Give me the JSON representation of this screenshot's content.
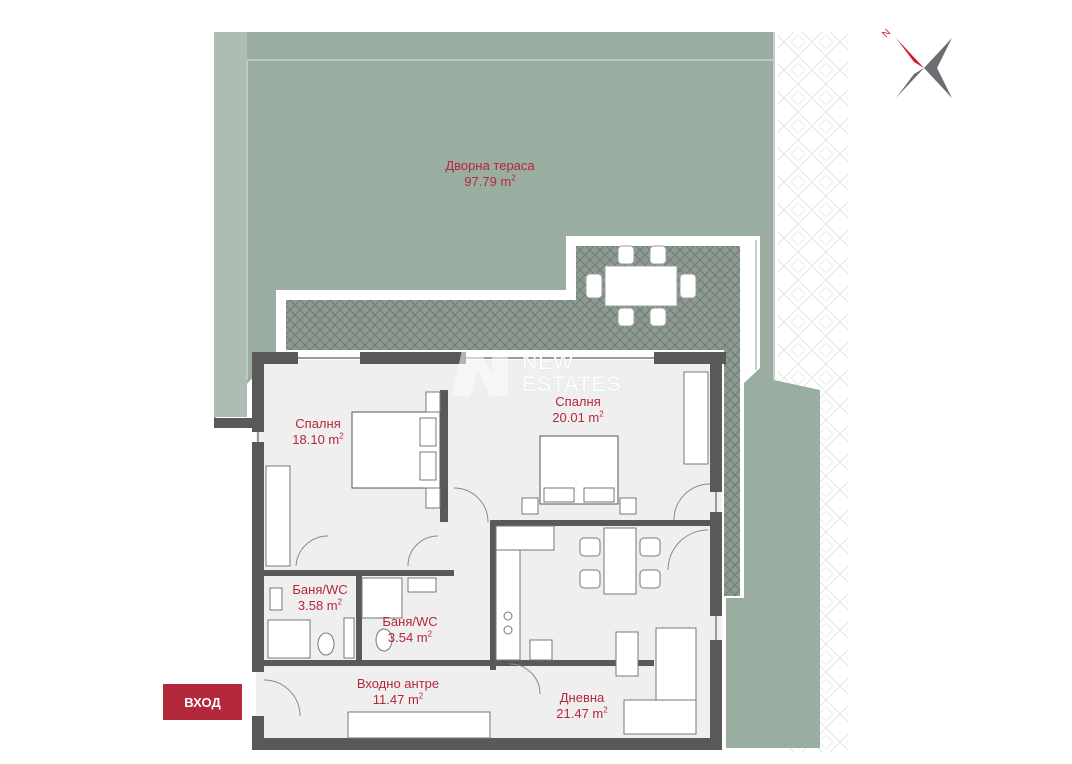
{
  "rooms": {
    "yard_terrace": {
      "name": "Дворна тераса",
      "area": "97.79 m",
      "unit_exp": "2"
    },
    "bedroom_1": {
      "name": "Спалня",
      "area": "18.10 m",
      "unit_exp": "2"
    },
    "bedroom_2": {
      "name": "Спалня",
      "area": "20.01 m",
      "unit_exp": "2"
    },
    "bathroom_1": {
      "name": "Баня/WC",
      "area": "3.58 m",
      "unit_exp": "2"
    },
    "bathroom_2": {
      "name": "Баня/WC",
      "area": "3.54 m",
      "unit_exp": "2"
    },
    "entrance_hall": {
      "name": "Входно антре",
      "area": "11.47 m",
      "unit_exp": "2"
    },
    "living_room": {
      "name": "Дневна",
      "area": "21.47 m",
      "unit_exp": "2"
    }
  },
  "entrance_label": "ВХОД",
  "brand": {
    "line1": "NEW",
    "line2": "ESTATES"
  },
  "compass": {
    "north_letter": "N"
  },
  "colors": {
    "terrace_green": "#9aada1",
    "floor_gray": "#efefef",
    "wall_dark": "#595959",
    "label_red": "#b5273b",
    "compass_red": "#d6182d",
    "compass_gray": "#6b6d70"
  }
}
